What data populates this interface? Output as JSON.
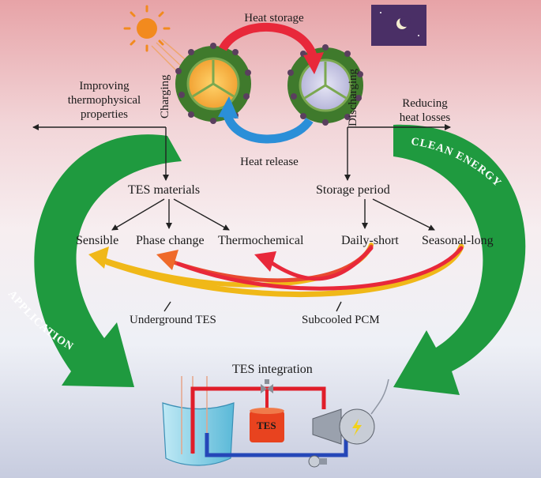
{
  "labels": {
    "heat_storage": "Heat storage",
    "heat_release": "Heat release",
    "charging": "Charging",
    "discharging": "Discharging",
    "improving": [
      "Improving",
      "thermophysical",
      "properties"
    ],
    "reducing": [
      "Reducing",
      "heat losses"
    ],
    "tes_materials": "TES materials",
    "storage_period": "Storage period",
    "sensible": "Sensible",
    "phase_change": "Phase change",
    "thermochemical": "Thermochemical",
    "daily_short": "Daily-short",
    "seasonal_long": "Seasonal-long",
    "underground_tes": "Underground TES",
    "subcooled_pcm": "Subcooled PCM",
    "tes_integration": "TES integration",
    "clean_energy": "CLEAN ENERGY",
    "application": "APPLICATION",
    "tes_tank": "TES"
  },
  "colors": {
    "green_arrow": "#1f9a3f",
    "red_arrow": "#e8283a",
    "blue_arrow": "#2b8fd8",
    "gold_arrow": "#f0b818",
    "sun": "#f28a1e",
    "night_sky": "#4a2f66",
    "capsule_shell": "#3f7a2c",
    "pipe_red": "#e01e2a",
    "pipe_blue": "#2547b8",
    "tank": "#e8431f"
  },
  "icons": [
    "sun-icon",
    "moon-night-icon",
    "charged-capsule-icon",
    "discharged-capsule-icon",
    "water-tank-icon",
    "tes-tank-icon",
    "valve-icon",
    "pump-icon",
    "turbine-icon"
  ]
}
